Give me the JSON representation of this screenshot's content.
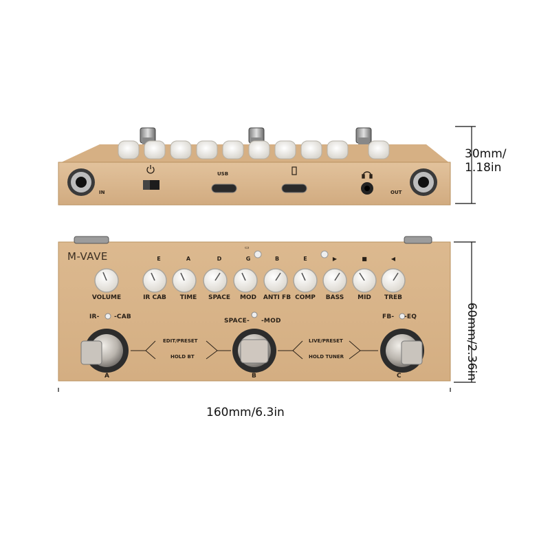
{
  "dimensions": {
    "height_side": [
      "30mm/",
      "1.18in"
    ],
    "height_top": "60mm/2.36in",
    "width": "160mm/6.3in"
  },
  "side_panel": {
    "in_label": "IN",
    "out_label": "OUT",
    "usb_label": "USB",
    "power_icon": "power-icon",
    "battery_icon": "battery-icon",
    "headphone_icon": "headphone-icon"
  },
  "top_panel": {
    "brand": "M-VAVE",
    "knobs": [
      {
        "letter": "",
        "label": "VOLUME"
      },
      {
        "letter": "E",
        "label": "IR CAB"
      },
      {
        "letter": "A",
        "label": "TIME"
      },
      {
        "letter": "D",
        "label": "SPACE"
      },
      {
        "letter": "G",
        "label": "MOD"
      },
      {
        "letter": "B",
        "label": "ANTI FB"
      },
      {
        "letter": "E",
        "label": "COMP"
      },
      {
        "letter": "▶",
        "label": "BASS"
      },
      {
        "letter": "■",
        "label": "MID"
      },
      {
        "letter": "◀",
        "label": "TREB"
      }
    ],
    "switches": [
      {
        "top_left": "IR-",
        "top_right": "-CAB",
        "bottom": "A"
      },
      {
        "top_left": "SPACE-",
        "top_right": "-MOD",
        "bottom": "B"
      },
      {
        "top_left": "FB-",
        "top_right": "-EQ",
        "bottom": "C"
      }
    ],
    "function_labels": {
      "left_top": "EDIT/PRESET",
      "left_bottom": "HOLD BT",
      "right_top": "LIVE/PRESET",
      "right_bottom": "HOLD TUNER"
    },
    "colors": {
      "panel": "#d8b48a",
      "panel_edge": "#c49d72",
      "knob": "#f4f2ee"
    }
  }
}
